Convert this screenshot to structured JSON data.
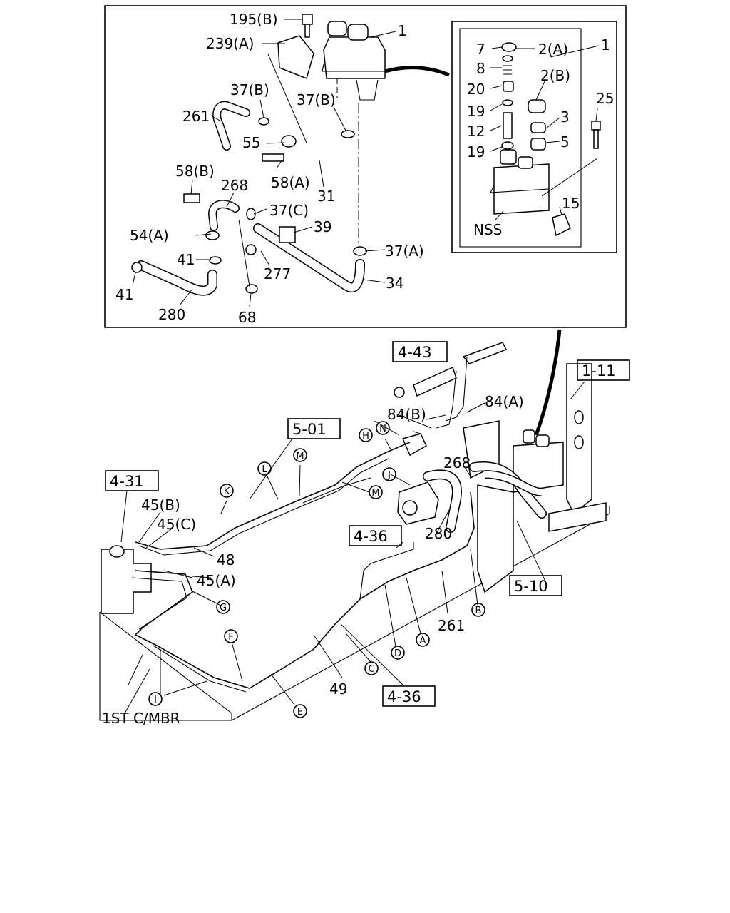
{
  "callouts_top": [
    "195(B)",
    "239(A)",
    "1",
    "37(B)",
    "261",
    "37(B)",
    "55",
    "58(A)",
    "58(B)",
    "268",
    "31",
    "37(C)",
    "54(A)",
    "39",
    "41",
    "37(A)",
    "277",
    "41",
    "34",
    "280",
    "68"
  ],
  "callouts_inset": [
    "7",
    "2(A)",
    "1",
    "8",
    "2(B)",
    "20",
    "19",
    "3",
    "12",
    "25",
    "19",
    "5",
    "15",
    "NSS"
  ],
  "callouts_bottom": [
    "84(B)",
    "84(A)",
    "268",
    "45(B)",
    "45(C)",
    "48",
    "45(A)",
    "280",
    "261",
    "49",
    "1ST C/MBR"
  ],
  "ref_boxes": [
    "4-43",
    "1-11",
    "5-01",
    "4-31",
    "4-36",
    "5-10",
    "4-36"
  ],
  "circled_letters": [
    "H",
    "N",
    "M",
    "L",
    "K",
    "J",
    "M",
    "G",
    "B",
    "A",
    "D",
    "F",
    "C",
    "E",
    "I"
  ]
}
